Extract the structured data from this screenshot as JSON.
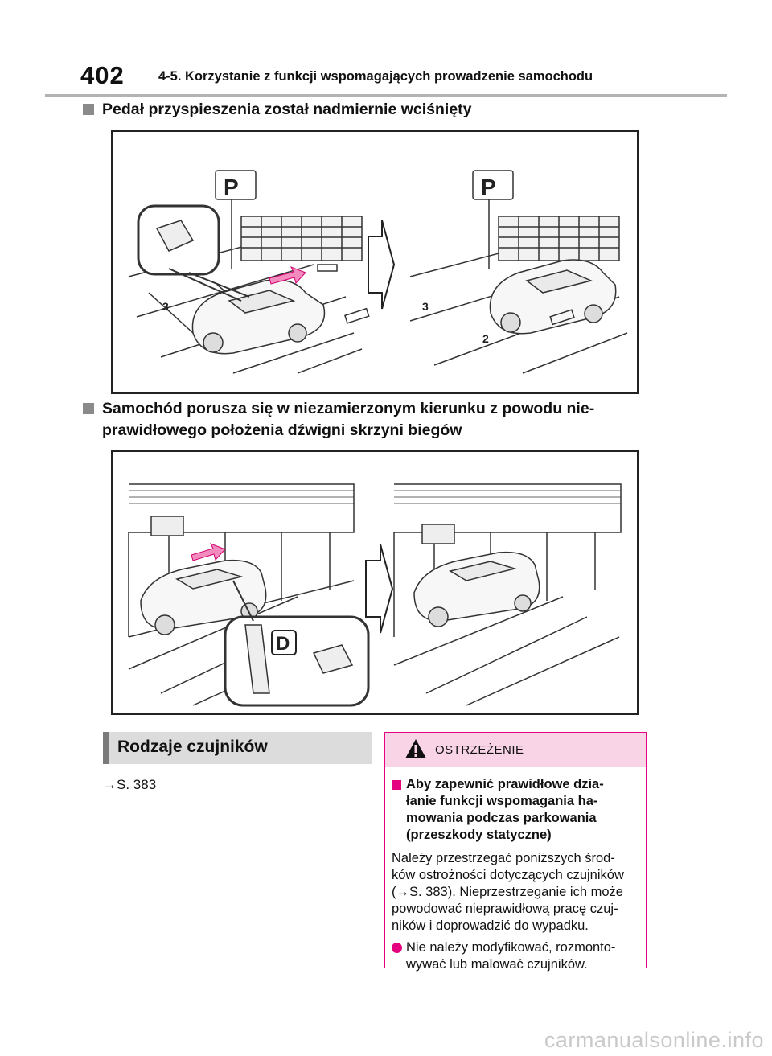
{
  "header": {
    "page_number": "402",
    "chapter": "4-5. Korzystanie z funkcji wspomagających prowadzenie samochodu"
  },
  "section1": {
    "title": "Pedał przyspieszenia został nadmiernie wciśnięty"
  },
  "section2": {
    "title_line1": "Samochód porusza się w niezamierzonym kierunku z powodu nie-",
    "title_line2": "prawidłowego położenia dźwigni skrzyni biegów"
  },
  "figure1": {
    "parking_sign": "P",
    "slot_number_a": "3",
    "slot_number_b": "2"
  },
  "figure2": {
    "gear_label": "D"
  },
  "sensors": {
    "title": "Rodzaje czujników",
    "ref_arrow": "→",
    "ref": "S. 383"
  },
  "warning": {
    "title": "OSTRZEŻENIE",
    "bold_lines": [
      "Aby zapewnić prawidłowe dzia-",
      "łanie funkcji wspomagania ha-",
      "mowania podczas parkowania",
      "(przeszkody statyczne)"
    ],
    "para_lines": [
      "Należy przestrzegać poniższych środ-",
      "ków ostrożności dotyczących czujników",
      "(→S. 383). Nieprzestrzeganie ich może",
      "powodować nieprawidłową pracę czuj-",
      "ników i doprowadzić do wypadku."
    ],
    "bullet_lines": [
      "Nie należy modyfikować, rozmonto-",
      "wywać lub malować czujników."
    ]
  },
  "watermark": "carmanualsonline.info",
  "colors": {
    "accent": "#e4007f",
    "warning_bg": "#f9d4e6",
    "subhead_bg": "#dcdcdc",
    "rule": "#b3b3b3"
  },
  "icons": [
    "warning-triangle-icon",
    "arrow-right-icon"
  ]
}
